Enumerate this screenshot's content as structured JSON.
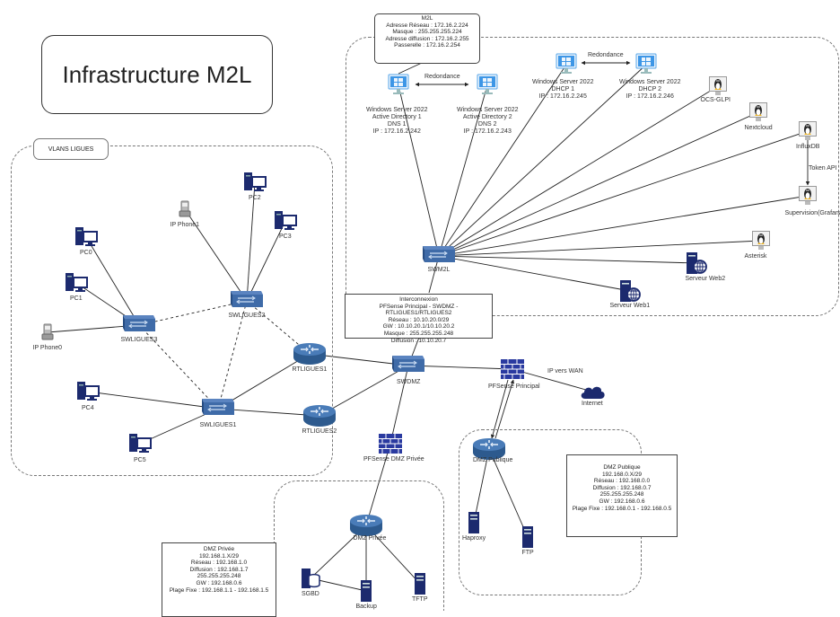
{
  "title": "Infrastructure M2L",
  "vlan_tag": "VLANS LIGUES",
  "m2l_box": [
    "M2L",
    "Adresse Réseau : 172.16.2.224",
    "Masque : 255.255.255.224",
    "Adresse diffusion : 172.16.2.255",
    "Passerelle : 172.16.2.254"
  ],
  "interco_box": [
    "Interconnexion",
    "PFSense Principal - SWDMZ - RTLIGUES1/RTLIGUES2",
    "Réseau : 10.10.20.0/29",
    "GW : 10.10.20.1/10.10.20.2",
    "Masque : 255.255.255.248",
    "Diffusion : 10.10.20.7"
  ],
  "dmz_publique_box": [
    "DMZ Publique",
    "192.168.0.X/29",
    "Réseau : 192.168.0.0",
    "Diffusion : 192.168.0.7",
    "255.255.255.248",
    "GW : 192.168.0.6",
    "Plage Fixe : 192.168.0.1 - 192.168.0.5"
  ],
  "dmz_privee_box": [
    "DMZ Privée",
    "192.168.1.X/29",
    "Réseau : 192.168.1.0",
    "Diffusion : 192.168.1.7",
    "255.255.255.248",
    "GW : 192.168.0.6",
    "Plage Fixe : 192.168.1.1 - 192.168.1.5"
  ],
  "labels": {
    "redondance1": "Redondance",
    "redondance2": "Redondance",
    "ad1": [
      "Windows Server 2022",
      "Active Directory 1",
      "DNS 1",
      "IP : 172.16.2.242"
    ],
    "ad2": [
      "Windows Server 2022",
      "Active Directory 2",
      "DNS 2",
      "IP : 172.16.2.243"
    ],
    "dhcp1": [
      "Windows Server 2022",
      "DHCP 1",
      "IP : 172.16.2.245"
    ],
    "dhcp2": [
      "Windows Server 2022",
      "DHCP 2",
      "IP : 172.16.2.246"
    ],
    "ocs": "OCS-GLPI",
    "nextcloud": "Nextcloud",
    "influx": "InfluxDB",
    "token": "Token API",
    "supervision": "Supervision(Grafana)",
    "asterisk": "Asterisk",
    "web2": "Serveur Web2",
    "web1": "Serveur Web1",
    "swm2l": "SWM2L",
    "pc2": "PC2",
    "pc3": "PC3",
    "pc0": "PC0",
    "pc1": "PC1",
    "pc4": "PC4",
    "pc5": "PC5",
    "ipphone1": "IP Phone1",
    "ipphone0": "IP Phone0",
    "swligues2": "SWLIGUES2",
    "swligues3": "SWLIGUES3",
    "swligues1": "SWLIGUES1",
    "rtligues1": "RTLIGUES1",
    "rtligues2": "RTLIGUES2",
    "swdmz": "SWDMZ",
    "pfsense_principal": "PFSense Principal",
    "ip_wan": "IP vers WAN",
    "internet": "Internet",
    "pfsense_dmz": "PFSense DMZ Privée",
    "dmz_pub_router": "DMZ Publique",
    "dmz_priv_router": "DMZ Privée",
    "haproxy": "Haproxy",
    "ftp": "FTP",
    "sgbd": "SGBD",
    "backup": "Backup",
    "tftp": "TFTP"
  },
  "colors": {
    "navy": "#1c2a6e",
    "win": "#3d96e6",
    "linux": "#333333",
    "device": "#3c6fbe",
    "wall": "#2a3aa0",
    "router": "#3c6fa6"
  }
}
